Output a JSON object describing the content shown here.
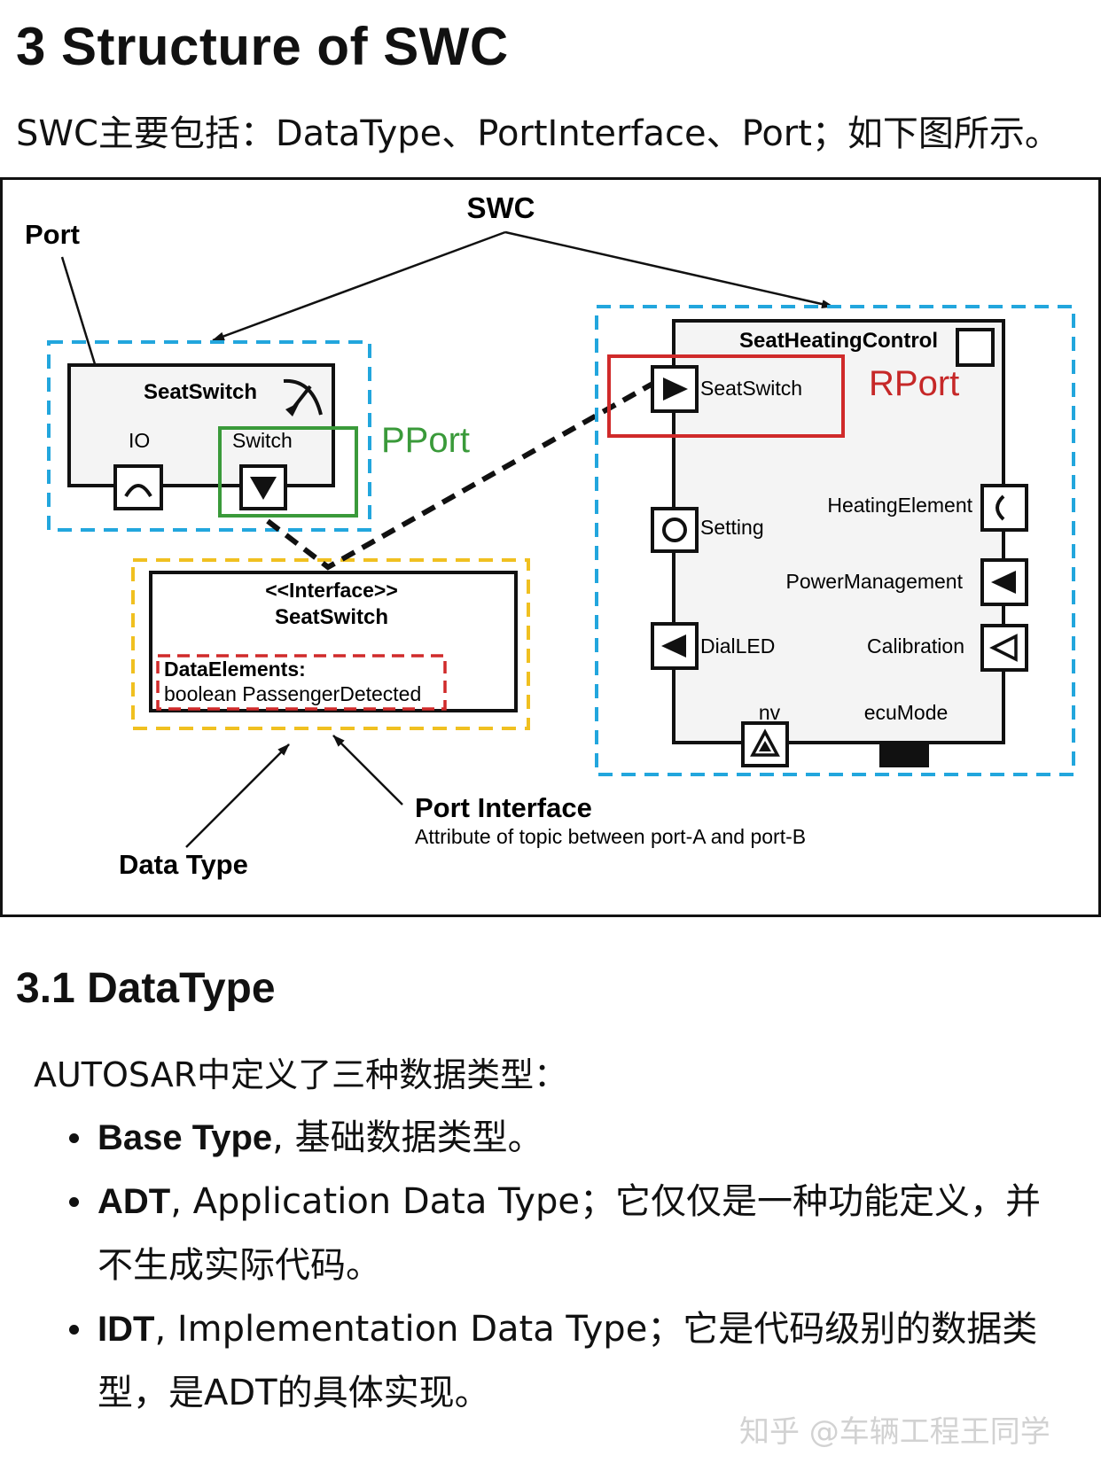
{
  "heading": "3 Structure of SWC",
  "intro": "SWC主要包括：DataType、PortInterface、Port；如下图所示。",
  "figure": {
    "swc_label": "SWC",
    "port_label": "Port",
    "pport_label": "PPort",
    "rport_label": "RPort",
    "seat_switch_component": "SeatSwitch",
    "io_port": "IO",
    "switch_port": "Switch",
    "interface_stereotype": "<<Interface>>",
    "interface_name": "SeatSwitch",
    "data_elements_title": "DataElements:",
    "data_element": "boolean PassengerDetected",
    "heating_component": "SeatHeatingControl",
    "ports": {
      "seat_switch": "SeatSwitch",
      "setting": "Setting",
      "heating_element": "HeatingElement",
      "power_management": "PowerManagement",
      "dial_led": "DialLED",
      "calibration": "Calibration",
      "nv": "nv",
      "ecu_mode": "ecuMode"
    },
    "data_type_label": "Data Type",
    "port_interface_label": "Port Interface",
    "port_interface_desc": "Attribute of topic between port-A and port-B",
    "colors": {
      "swc_box": "#22a6dd",
      "interface_box": "#f0c020",
      "pport": "#3a9a3a",
      "rport": "#d02a2a",
      "data_elements": "#d02a2a"
    }
  },
  "section": {
    "heading": "3.1  DataType",
    "lead": "AUTOSAR中定义了三种数据类型：",
    "items": [
      {
        "term": "Base Type",
        "rest": ", 基础数据类型。"
      },
      {
        "term": "ADT",
        "rest": ", Application Data Type；它仅仅是一种功能定义，并不生成实际代码。"
      },
      {
        "term": "IDT",
        "rest": ", Implementation Data Type；它是代码级别的数据类型，是ADT的具体实现。"
      }
    ]
  },
  "watermark": "知乎 @车辆工程王同学"
}
